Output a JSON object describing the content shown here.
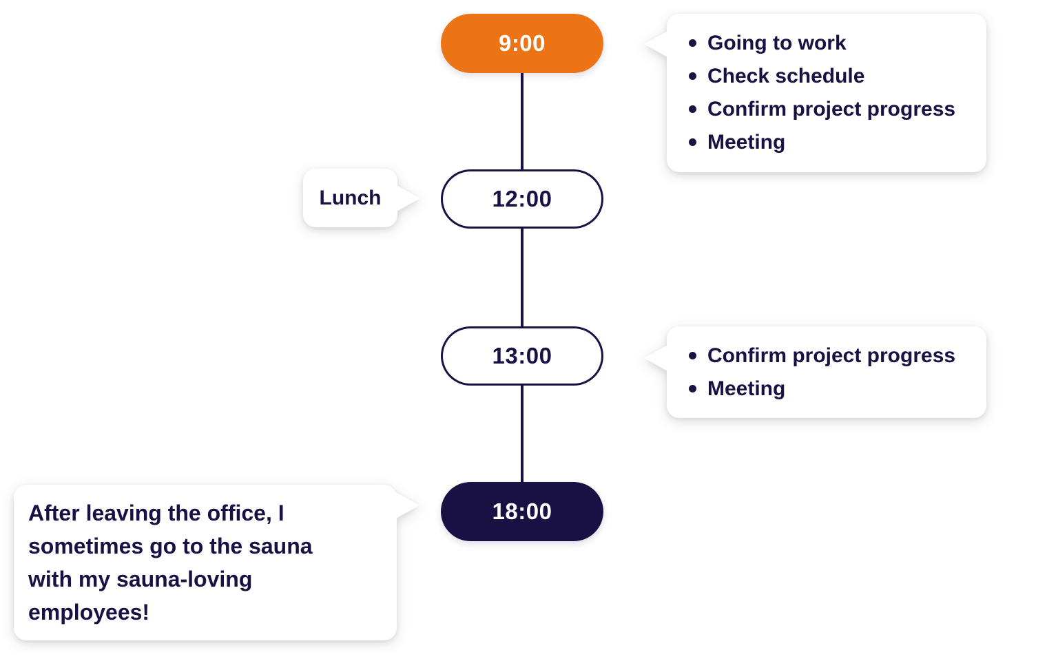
{
  "colors": {
    "accent_orange": "#ED7414",
    "navy": "#191144",
    "bubble_background": "#FFFFFF"
  },
  "timeline": {
    "nodes": [
      {
        "time": "9:00"
      },
      {
        "time": "12:00"
      },
      {
        "time": "13:00"
      },
      {
        "time": "18:00"
      }
    ]
  },
  "bubbles": {
    "morning": {
      "items": [
        "Going to work",
        "Check schedule",
        "Confirm project progress",
        "Meeting"
      ]
    },
    "lunch": {
      "label": "Lunch"
    },
    "afternoon": {
      "items": [
        "Confirm project progress",
        "Meeting"
      ]
    },
    "evening": {
      "lines": [
        "After leaving the office, I",
        "sometimes go to the sauna",
        "with my sauna-loving",
        "employees!"
      ]
    }
  }
}
